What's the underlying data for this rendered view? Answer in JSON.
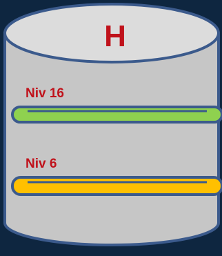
{
  "cylinder": {
    "top_label": "H",
    "body_color": "#c6c6c6",
    "top_color": "#dcdcdc",
    "outline_color": "#3b5a8c",
    "label_color": "#c0121b"
  },
  "levels": [
    {
      "label": "Niv 16",
      "color": "#8fd14f"
    },
    {
      "label": "Niv 6",
      "color": "#ffc000"
    }
  ]
}
